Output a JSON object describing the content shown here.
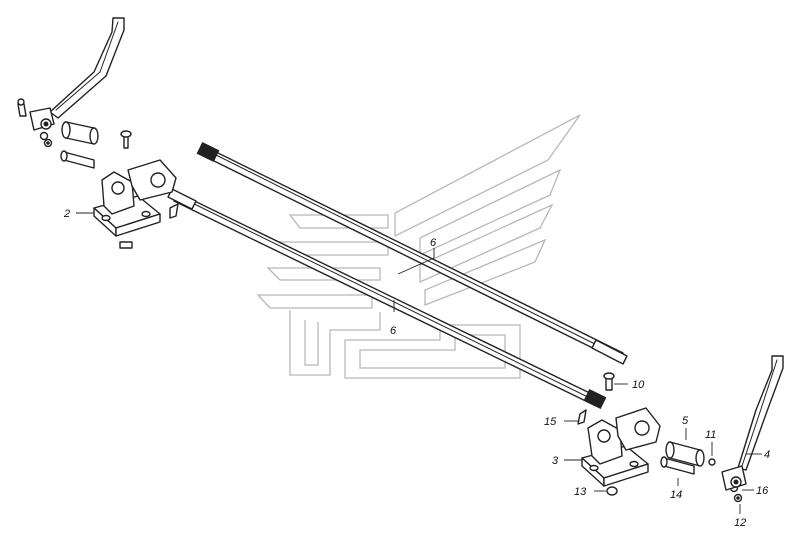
{
  "diagram": {
    "callouts": [
      {
        "id": "c2",
        "label": "2"
      },
      {
        "id": "c3",
        "label": "3"
      },
      {
        "id": "c4",
        "label": "4"
      },
      {
        "id": "c5",
        "label": "5"
      },
      {
        "id": "c6a",
        "label": "6"
      },
      {
        "id": "c6b",
        "label": "6"
      },
      {
        "id": "c10",
        "label": "10"
      },
      {
        "id": "c11",
        "label": "11"
      },
      {
        "id": "c12",
        "label": "12"
      },
      {
        "id": "c13",
        "label": "13"
      },
      {
        "id": "c14",
        "label": "14"
      },
      {
        "id": "c15",
        "label": "15"
      },
      {
        "id": "c16",
        "label": "16"
      }
    ],
    "colors": {
      "line": "#222222",
      "watermark": "#b8b8b8",
      "background": "#ffffff"
    }
  }
}
